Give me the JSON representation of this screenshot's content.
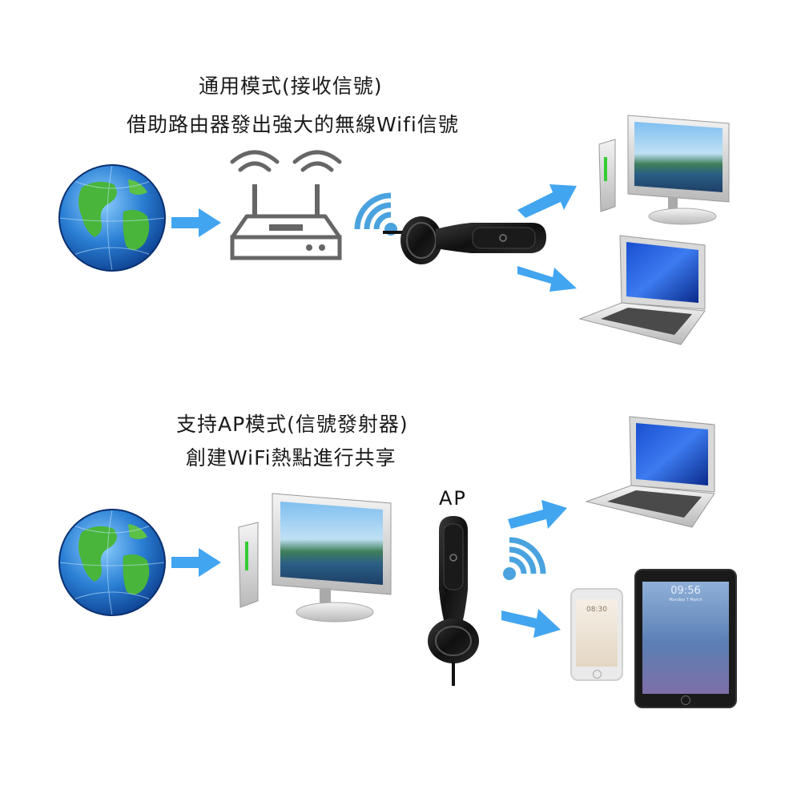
{
  "section_top": {
    "title_line1": "通用模式(接收信號)",
    "title_line2": "借助路由器發出強大的無線Wifi信號"
  },
  "section_bottom": {
    "title_line1": "支持AP模式(信號發射器)",
    "title_line2": "創建WiFi熱點進行共享",
    "ap_label": "AP"
  },
  "devices": {
    "phone_time": "08:30",
    "tablet_time": "09:56",
    "tablet_date": "Monday 7 March"
  },
  "colors": {
    "arrow": "#42a5f0",
    "wifi_blue": "#4aa3df",
    "router_gray": "#666666",
    "ocean": "#1e63b8",
    "land": "#3fa534"
  },
  "icons": [
    "globe-icon",
    "router-icon",
    "wifi-signal-icon",
    "usb-wifi-adapter-icon",
    "desktop-computer-icon",
    "laptop-icon",
    "smartphone-icon",
    "tablet-icon",
    "arrow-right-icon"
  ]
}
